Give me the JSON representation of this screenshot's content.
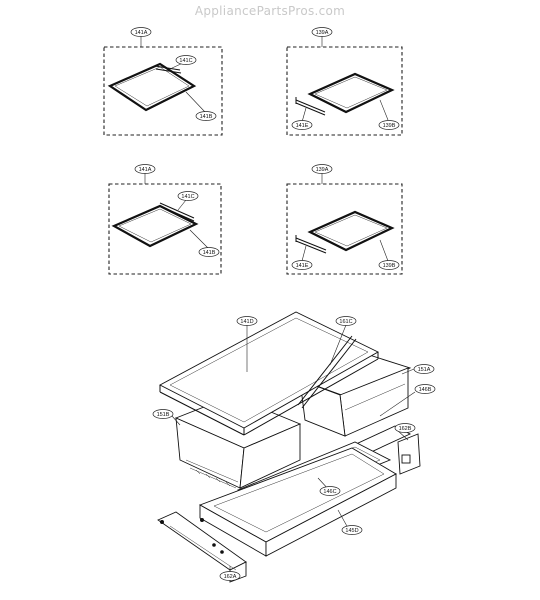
{
  "watermark": "AppliancePartsPros.com",
  "groups": [
    {
      "id": "g1",
      "title": "141A",
      "labels": [
        "141C",
        "141B"
      ]
    },
    {
      "id": "g2",
      "title": "139A",
      "labels": [
        "141E",
        "139B"
      ]
    },
    {
      "id": "g3",
      "title": "141A",
      "labels": [
        "141C",
        "141B"
      ]
    },
    {
      "id": "g4",
      "title": "139A",
      "labels": [
        "141E",
        "139B"
      ]
    }
  ],
  "assembly_labels": [
    "141D",
    "161C",
    "151A",
    "146B",
    "151B",
    "162B",
    "146C",
    "145D",
    "162A"
  ]
}
